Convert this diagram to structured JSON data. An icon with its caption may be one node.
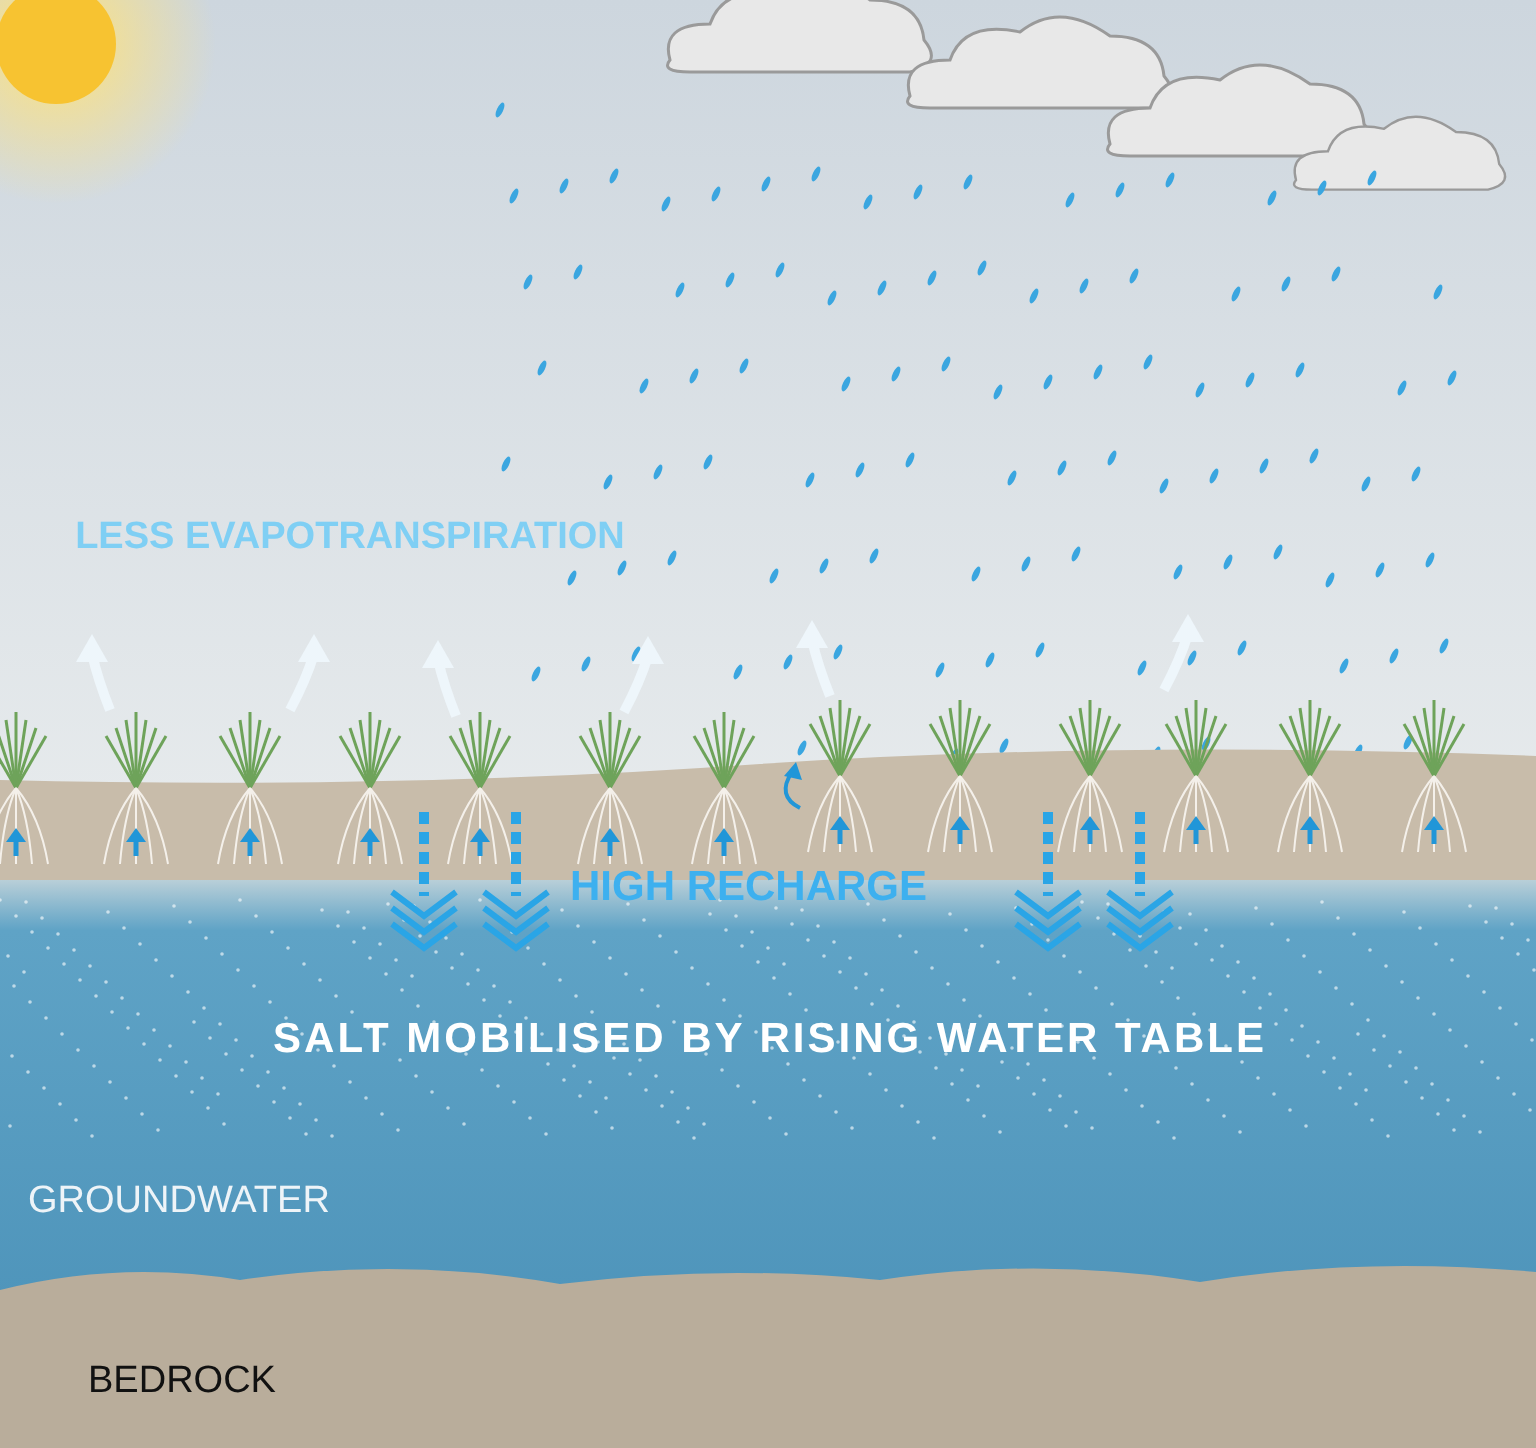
{
  "diagram": {
    "labels": [
      "LESS EVAPOTRANSPIRATION",
      "HIGH RECHARGE",
      "SALT MOBILISED BY RISING WATER TABLE",
      "GROUNDWATER",
      "BEDROCK"
    ]
  }
}
